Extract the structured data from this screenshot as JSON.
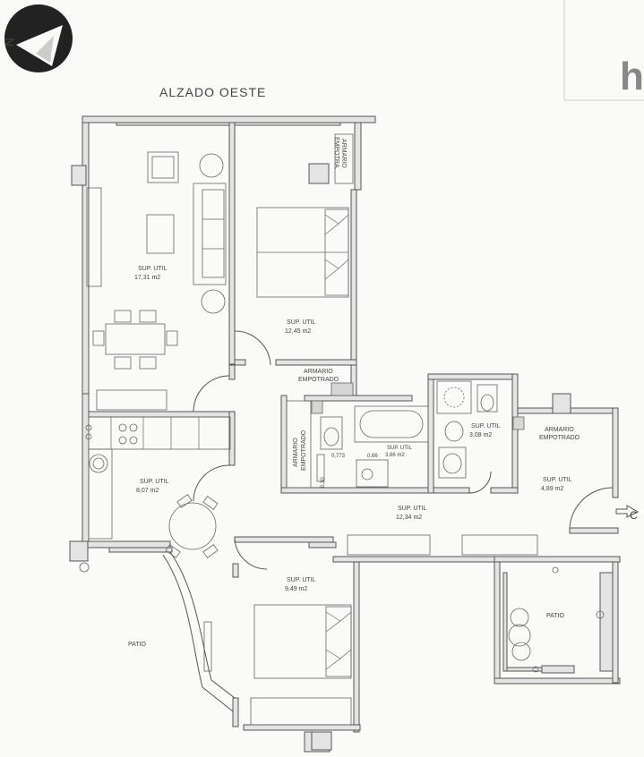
{
  "header": {
    "title": "ALZADO OESTE",
    "brand_letter": "h"
  },
  "compass": {
    "label": "N"
  },
  "entrance_marker": "C",
  "rooms": [
    {
      "id": "living",
      "sup_label": "SUP. UTIL",
      "area": "17,31  m2"
    },
    {
      "id": "bedroom1",
      "sup_label": "SUP. UTIL",
      "area": "12,45  m2"
    },
    {
      "id": "kitchen",
      "sup_label": "SUP. UTIL",
      "area": "8,07  m2"
    },
    {
      "id": "hall",
      "sup_label": "SUP. UTIL",
      "area": "12,34  m2"
    },
    {
      "id": "bedroom2",
      "sup_label": "SUP. UTIL",
      "area": "9,49  m2"
    },
    {
      "id": "bath1",
      "sup_label": "SUP. UTIL",
      "area": "3,66  m2"
    },
    {
      "id": "bath2",
      "sup_label": "SUP. UTIL",
      "area": "3,08  m2"
    },
    {
      "id": "room_east",
      "sup_label": "SUP. UTIL",
      "area": "4,89  m2"
    }
  ],
  "closets": {
    "empotra_line1": "ARMARIO",
    "empotra_line2": "EMPOTRA.",
    "bed_line1": "ARMARIO",
    "bed_line2": "EMPOTRADO",
    "bath_line1": "ARMARIO",
    "bath_line2": "EMPOTRADO",
    "east_line1": "ARMARIO",
    "east_line2": "EMPOTRADO"
  },
  "patios": {
    "west": "PATIO",
    "east": "PATIO"
  },
  "dimensions": {
    "d1": "0,773",
    "d2": "0,66",
    "d3": "0,30"
  }
}
